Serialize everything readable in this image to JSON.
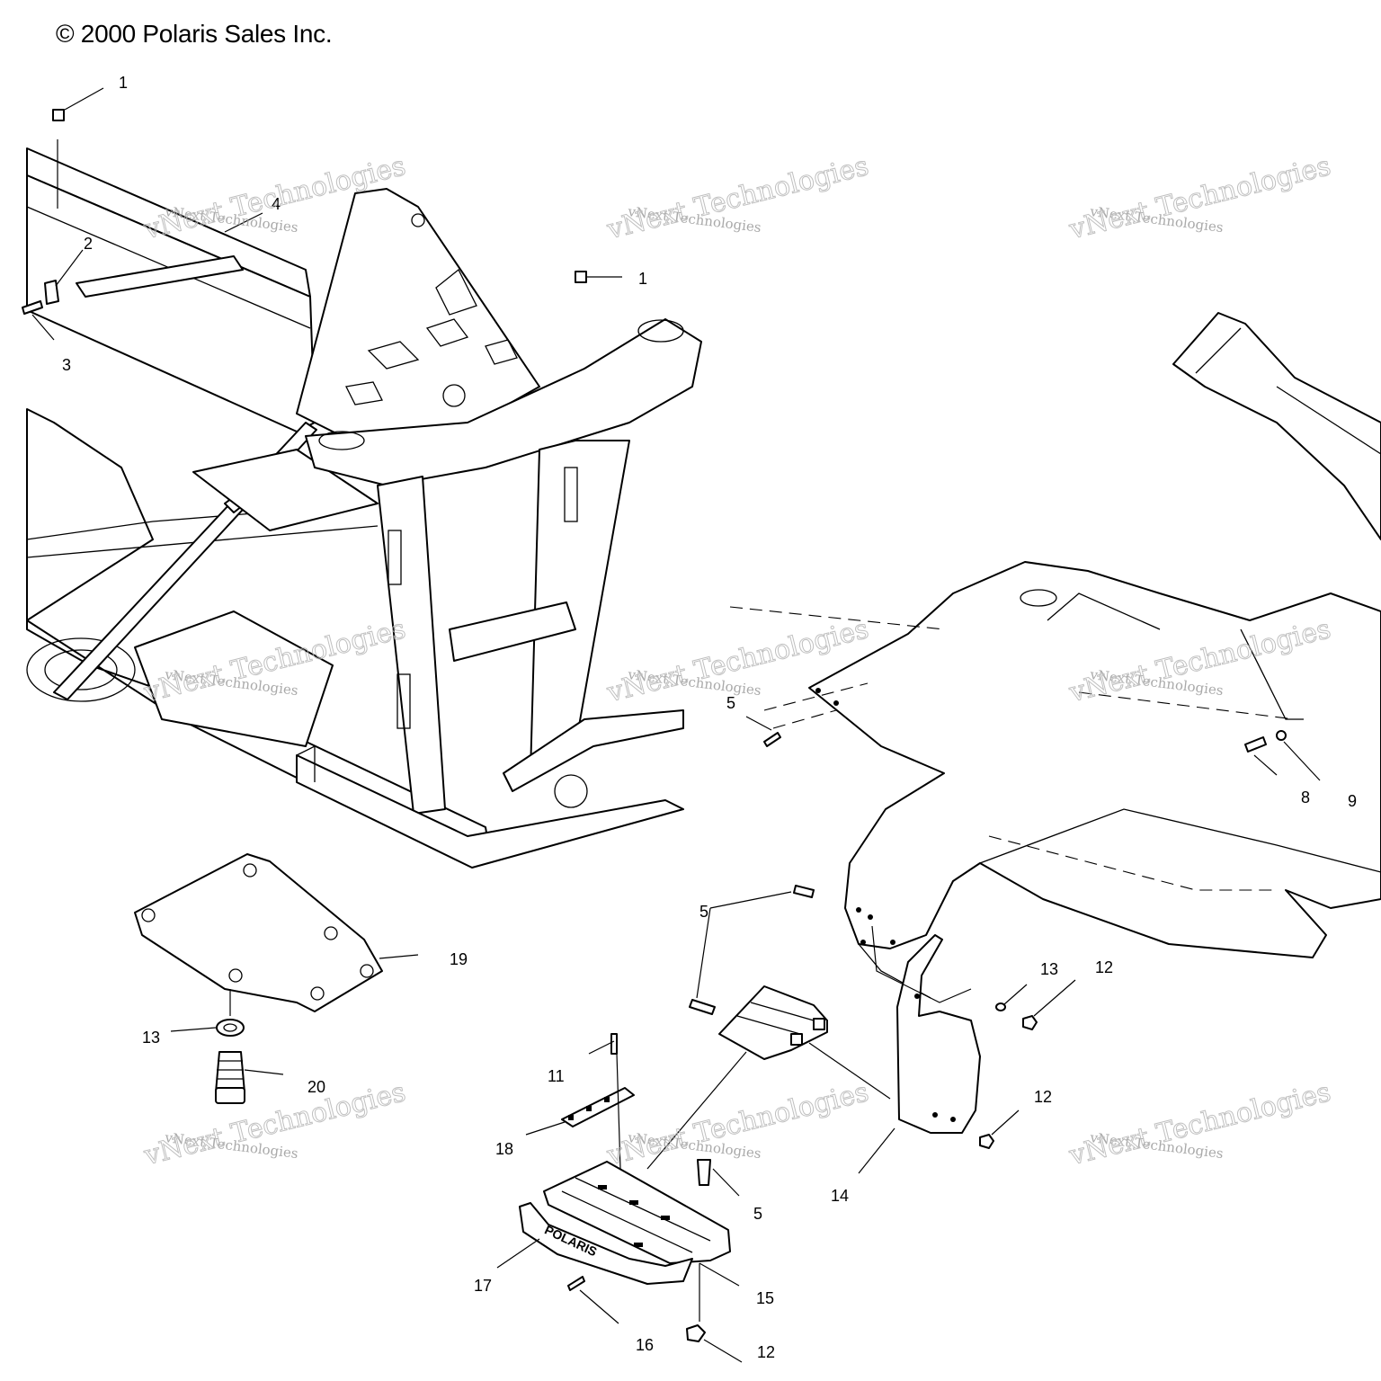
{
  "copyright": "© 2000 Polaris Sales Inc.",
  "watermark": {
    "line1": "vNext Technologies",
    "line2": "vNext Technologies"
  },
  "callouts": [
    "1",
    "1",
    "2",
    "3",
    "4",
    "5",
    "5",
    "5",
    "8",
    "9",
    "11",
    "12",
    "12",
    "12",
    "13",
    "13",
    "14",
    "15",
    "16",
    "17",
    "18",
    "19",
    "20"
  ],
  "brand_mark": "POLARIS"
}
